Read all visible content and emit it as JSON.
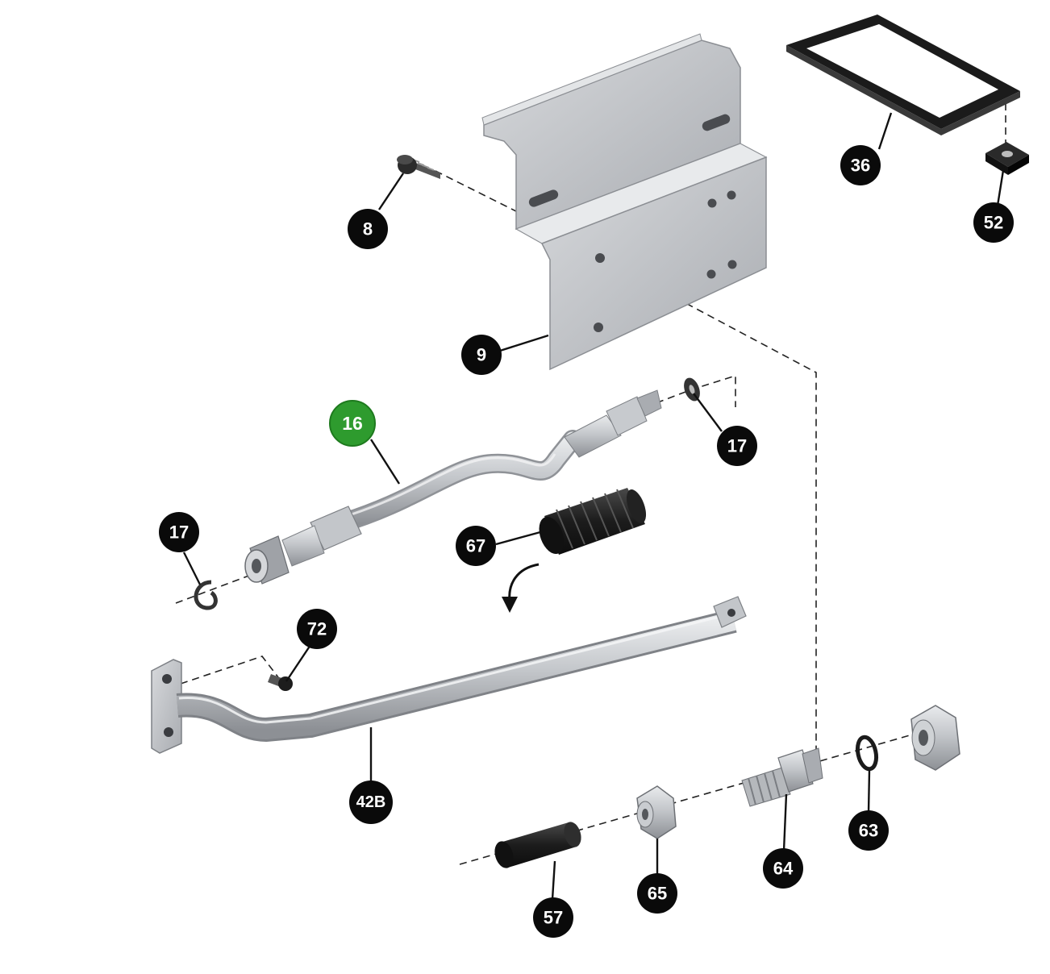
{
  "colors": {
    "callout_default": "#0a0a0a",
    "callout_highlight": "#2e9b2e",
    "text": "#ffffff",
    "metal": "#b9bcc0",
    "rubber": "#1c1c1c"
  },
  "callouts": {
    "c8": {
      "label": "8",
      "highlight": false
    },
    "c9": {
      "label": "9",
      "highlight": false
    },
    "c16": {
      "label": "16",
      "highlight": true
    },
    "c17a": {
      "label": "17",
      "highlight": false
    },
    "c17b": {
      "label": "17",
      "highlight": false
    },
    "c36": {
      "label": "36",
      "highlight": false
    },
    "c42b": {
      "label": "42B",
      "highlight": false
    },
    "c52": {
      "label": "52",
      "highlight": false
    },
    "c57": {
      "label": "57",
      "highlight": false
    },
    "c63": {
      "label": "63",
      "highlight": false
    },
    "c64": {
      "label": "64",
      "highlight": false
    },
    "c65": {
      "label": "65",
      "highlight": false
    },
    "c67": {
      "label": "67",
      "highlight": false
    },
    "c72": {
      "label": "72",
      "highlight": false
    }
  },
  "parts": {
    "p8": "screw-icon",
    "p9": "mounting-bracket-icon",
    "p16": "fuel-line-tube-icon",
    "p17a": "retaining-ring-icon",
    "p17b": "washer-icon",
    "p36": "rectangular-gasket-icon",
    "p42b": "bent-support-rod-icon",
    "p52": "square-nut-icon",
    "p57": "rubber-sleeve-icon",
    "p63": "o-ring-icon",
    "p64": "threaded-fitting-icon",
    "p65": "hex-nut-small-icon",
    "p66": "hex-nut-large-icon",
    "p67": "rubber-boot-icon",
    "p72": "small-screw-icon"
  }
}
